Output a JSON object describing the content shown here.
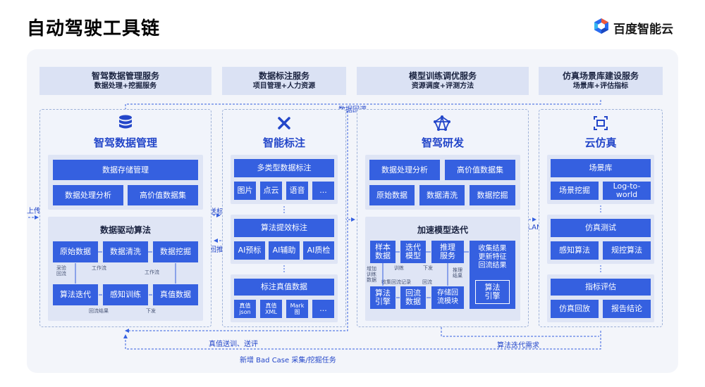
{
  "page": {
    "title": "自动驾驶工具链",
    "logo_text": "百度智能云"
  },
  "services": [
    {
      "title": "智驾数据管理服务",
      "subtitle": "数据处理+挖掘服务"
    },
    {
      "title": "数据标注服务",
      "subtitle": "项目管理+人力资源"
    },
    {
      "title": "模型训练调优服务",
      "subtitle": "资源调度+评测方法"
    },
    {
      "title": "仿真场景库建设服务",
      "subtitle": "场景库+评估指标"
    }
  ],
  "flow_labels": {
    "data_backfill": "数据回灌",
    "upload": "上传",
    "send_label": "送标",
    "push_back": "回推",
    "slam": "SLAM",
    "truth_train": "真值送训、送评",
    "algo_iter_req": "算法迭代需求",
    "new_badcase": "新增 Bad Case 采集/挖掘任务"
  },
  "col1": {
    "title": "智驾数据管理",
    "icon": "database-icon",
    "storage": "数据存储管理",
    "analysis": "数据处理分析",
    "hv_dataset": "高价值数据集",
    "algo_title": "数据驱动算法",
    "raw": "原始数据",
    "clean": "数据清洗",
    "mine": "数据挖掘",
    "iter": "算法迭代",
    "train": "感知训练",
    "truth": "真值数据",
    "n_sample": "采验\n回流",
    "n_wf1": "工作流",
    "n_wf2": "工作流",
    "n_back": "回流结果",
    "n_down": "下发"
  },
  "col2": {
    "title": "智能标注",
    "icon": "tools-icon",
    "multi": "多类型数据标注",
    "types": [
      "图片",
      "点云",
      "语音",
      "..."
    ],
    "eff": "算法提效标注",
    "ai": [
      "AI预标",
      "AI辅助",
      "AI质检"
    ],
    "truth_title": "标注真值数据",
    "formats": [
      "真值\njson",
      "真值\nXML",
      "Mark\n图",
      "..."
    ]
  },
  "col3": {
    "title": "智驾研发",
    "icon": "network-icon",
    "analysis": "数据处理分析",
    "hv_dataset": "高价值数据集",
    "raw": "原始数据",
    "clean": "数据清洗",
    "mine": "数据挖掘",
    "accel": "加速模型迭代",
    "sample": "样本\n数据",
    "iter_model": "迭代\n模型",
    "infer": "推理\n服务",
    "algo_engine": "算法\n引擎",
    "back_data": "回流\n数据",
    "store": "存储回\n流模块",
    "collect": "收集结果\n更新特征\n回流结果",
    "algo_engine2": "算法\n引擎",
    "n_train": "训练",
    "n_down": "下发",
    "n_add": "增加\n训练\n数据",
    "n_collect": "收集回流记录",
    "n_back": "回流",
    "n_infer": "推理\n结果"
  },
  "col4": {
    "title": "云仿真",
    "icon": "scene-icon",
    "lib": "场景库",
    "mine": "场景挖掘",
    "l2w": "Log-to-\nworld",
    "test": "仿真测试",
    "percep": "感知算法",
    "control": "规控算法",
    "eval": "指标评估",
    "replay": "仿真回放",
    "report": "报告结论"
  },
  "colors": {
    "accent": "#3560e0",
    "title_blue": "#2346c9",
    "panel": "#f3f5fa",
    "service": "#dbe2f4"
  }
}
